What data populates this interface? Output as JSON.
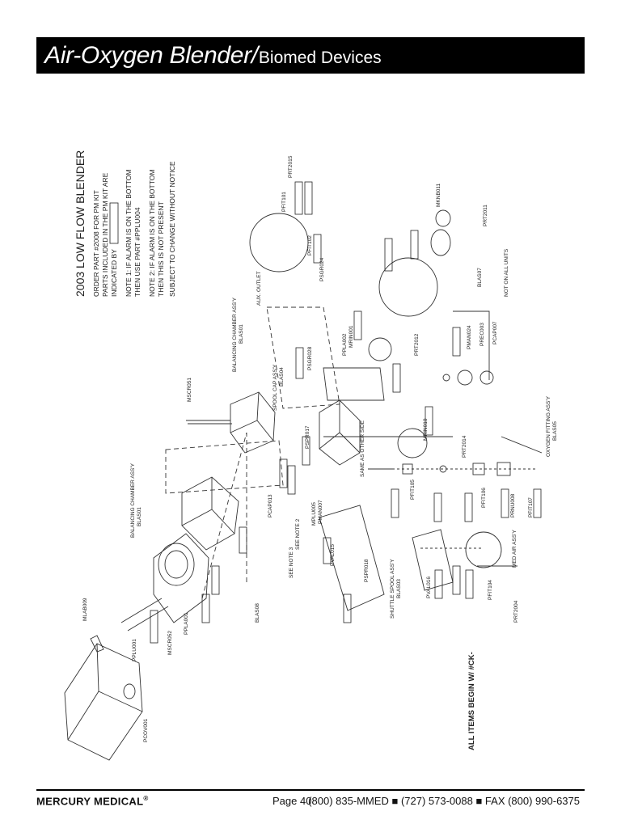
{
  "header": {
    "title_main": "Air-Oxygen Blender/",
    "title_sub": "Biomed Devices"
  },
  "notes": {
    "heading": "2003 LOW FLOW BLENDER",
    "pm1": "ORDER PART #2008 FOR PM KIT",
    "pm2": "PARTS INCLUDED IN THE PM KIT ARE",
    "pm3": "INDICATED BY",
    "note1a": "NOTE 1: IF ALARM IS ON THE BOTTOM",
    "note1b": "THEN USE PART #PPLU004",
    "note2a": "NOTE 2: IF ALARM IS ON THE BOTTOM",
    "note2b": "THEN THIS IS NOT PRESENT",
    "notice": "SUBJECT TO CHANGE WITHOUT NOTICE"
  },
  "parts": {
    "aux_outlet": "AUX. OUTLET",
    "balancing_chamber_top": "BALANCING CHAMBER ASS'Y",
    "blas01_top": "BLAS01",
    "mscr051": "MSCR051",
    "spool_cap_assy": "SPOOL CAP ASS'Y",
    "blas04": "BLAS04",
    "balancing_chamber_left": "BALANCING CHAMBER ASS'Y",
    "blas01_left": "BLAS01",
    "shuttle_spool": "SHUTTLE SPOOL ASS'Y",
    "blas03": "BLAS03",
    "oxygen_fitting": "OXYGEN FITTING ASS'Y",
    "blas05_right": "BLAS05",
    "med_air_assy": "MED AIR ASS'Y",
    "blas07": "BLAS07",
    "not_on_all_units": "NOT ON ALL UNITS",
    "mlab009": "MLAB009",
    "pcov001": "PCOV001",
    "blas08": "BLAS08",
    "prt2015": "PRT2015",
    "prt2011": "PRT2011",
    "mknb011": "MKNB011",
    "prt2012": "PRT2012",
    "prt2014": "PRT2014",
    "prt2004": "PRT2004",
    "pfit104": "PFIT104",
    "see_note_2": "SEE NOTE 2",
    "see_note_3": "SEE NOTE 3",
    "ppla001": "PPLA001",
    "mscr052": "MSCR052",
    "prnu008": "PRNU008",
    "pfit107": "PFIT107",
    "pfit105": "PFIT105",
    "pfit106": "PFIT106",
    "ppla002": "PPLA002",
    "mrin001": "MRIN001",
    "mrin010": "MRIN010",
    "ppu001": "PPLU001",
    "psgr028": "PSGR028",
    "psgr024": "PSGR024",
    "pcap007": "PCAP007",
    "prec003": "PREC003",
    "pman024": "PMAN024",
    "mplu005": "MPLU005",
    "pman007": "PMAN007",
    "pcap013": "PCAP013",
    "plate_other_side": "SAME AS OTHER SIDE",
    "pfit102": "PFIT102",
    "pfit101": "PFIT101",
    "pspr017": "PSPR017",
    "pspr018": "PSPR018",
    "pval015": "PVAL015",
    "pval016": "PVAL016"
  },
  "footer": {
    "brand": "MERCURY MEDICAL",
    "reg": "®",
    "page": "Page 40",
    "phone": "(800) 835-MMED ■ (727) 573-0088 ■ FAX (800) 990-6375"
  },
  "side_note": "ALL ITEMS BEGIN W/ #CK-"
}
